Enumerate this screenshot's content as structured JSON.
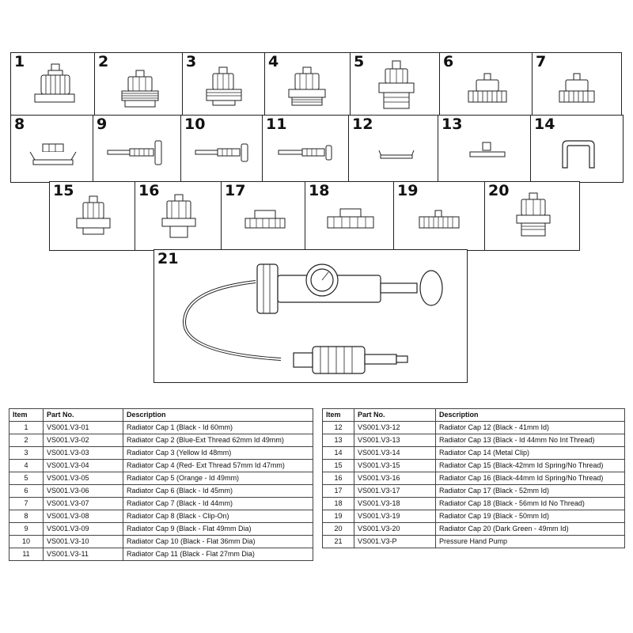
{
  "grid": {
    "labels": [
      "1",
      "2",
      "3",
      "4",
      "5",
      "6",
      "7",
      "8",
      "9",
      "10",
      "11",
      "12",
      "13",
      "14",
      "15",
      "16",
      "17",
      "18",
      "19",
      "20",
      "21"
    ]
  },
  "headers": {
    "item": "Item",
    "part_no": "Part No.",
    "description": "Description"
  },
  "table_left": [
    {
      "item": "1",
      "part": "VS001.V3-01",
      "desc": "Radiator Cap 1 (Black - Id 60mm)"
    },
    {
      "item": "2",
      "part": "VS001.V3-02",
      "desc": "Radiator Cap 2 (Blue-Ext Thread 62mm Id 49mm)"
    },
    {
      "item": "3",
      "part": "VS001.V3-03",
      "desc": "Radiator Cap 3 (Yellow Id 48mm)"
    },
    {
      "item": "4",
      "part": "VS001.V3-04",
      "desc": "Radiator Cap 4 (Red- Ext Thread 57mm Id 47mm)"
    },
    {
      "item": "5",
      "part": "VS001.V3-05",
      "desc": "Radiator Cap 5 (Orange - Id 49mm)"
    },
    {
      "item": "6",
      "part": "VS001.V3-06",
      "desc": "Radiator Cap 6 (Black - Id 45mm)"
    },
    {
      "item": "7",
      "part": "VS001.V3-07",
      "desc": "Radiator Cap 7 (Black - Id 44mm)"
    },
    {
      "item": "8",
      "part": "VS001.V3-08",
      "desc": "Radiator Cap 8 (Black - Clip-On)"
    },
    {
      "item": "9",
      "part": "VS001.V3-09",
      "desc": "Radiator Cap 9 (Black - Flat 49mm Dia)"
    },
    {
      "item": "10",
      "part": "VS001.V3-10",
      "desc": "Radiator Cap 10 (Black - Flat 36mm Dia)"
    },
    {
      "item": "11",
      "part": "VS001.V3-11",
      "desc": "Radiator Cap 11 (Black - Flat 27mm Dia)"
    }
  ],
  "table_right": [
    {
      "item": "12",
      "part": "VS001.V3-12",
      "desc": "Radiator Cap 12 (Black - 41mm Id)"
    },
    {
      "item": "13",
      "part": "VS001.V3-13",
      "desc": "Radiator Cap 13 (Black - Id 44mm No Int Thread)"
    },
    {
      "item": "14",
      "part": "VS001.V3-14",
      "desc": "Radiator Cap 14 (Metal Clip)"
    },
    {
      "item": "15",
      "part": "VS001.V3-15",
      "desc": "Radiator Cap 15 (Black-42mm Id Spring/No Thread)"
    },
    {
      "item": "16",
      "part": "VS001.V3-16",
      "desc": "Radiator Cap 16 (Black-44mm Id Spring/No Thread)"
    },
    {
      "item": "17",
      "part": "VS001.V3-17",
      "desc": "Radiator Cap 17 (Black - 52mm Id)"
    },
    {
      "item": "18",
      "part": "VS001.V3-18",
      "desc": "Radiator Cap 18 (Black - 56mm Id No Thread)"
    },
    {
      "item": "19",
      "part": "VS001.V3-19",
      "desc": "Radiator Cap 19 (Black - 50mm Id)"
    },
    {
      "item": "20",
      "part": "VS001.V3-20",
      "desc": "Radiator Cap 20 (Dark Green - 49mm Id)"
    },
    {
      "item": "21",
      "part": "VS001.V3-P",
      "desc": "Pressure Hand Pump"
    }
  ]
}
